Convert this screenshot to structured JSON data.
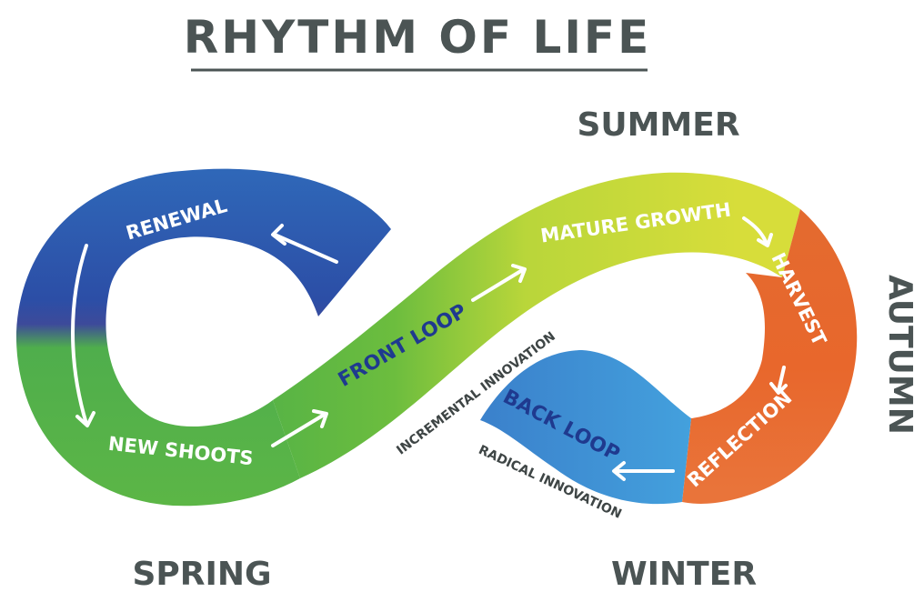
{
  "title": "RHYTHM OF LIFE",
  "seasons": {
    "summer": "SUMMER",
    "autumn": "AUTUMN",
    "spring": "SPRING",
    "winter": "WINTER"
  },
  "stages": {
    "renewal": "RENEWAL",
    "new_shoots": "NEW SHOOTS",
    "mature_growth": "MATURE GROWTH",
    "harvest": "HARVEST",
    "reflection": "REFLECTION"
  },
  "loops": {
    "front": "FRONT LOOP",
    "back": "BACK LOOP"
  },
  "innovation": {
    "incremental": "INCREMENTAL INNOVATION",
    "radical": "RADICAL INNOVATION"
  },
  "colors": {
    "blue_dark": "#2a56a8",
    "green": "#5cb646",
    "yellow_green": "#c9dc38",
    "orange": "#e86a2d",
    "light_blue": "#3d95d6",
    "text_gray": "#4b5454",
    "loop_text": "#1f3a8f"
  }
}
